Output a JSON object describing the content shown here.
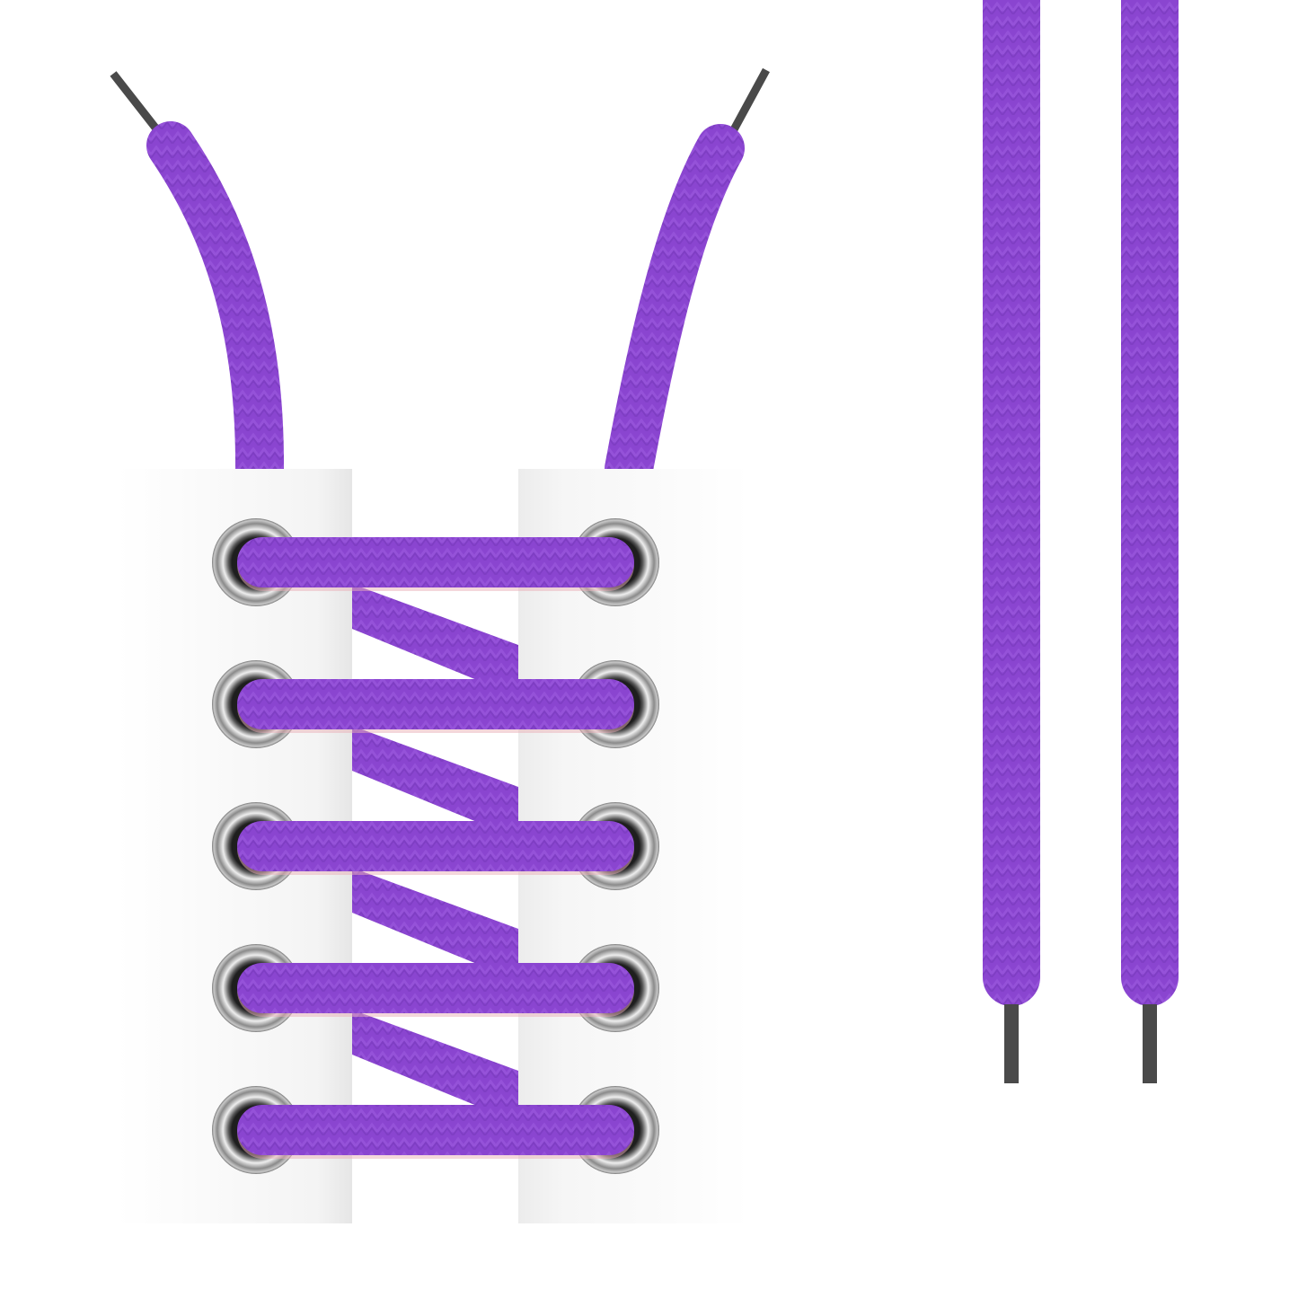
{
  "illustration": {
    "subject": "laced-shoelaces",
    "colors": {
      "lace": "#8a45d0",
      "lace_dark": "#6e34b0",
      "lace_light": "#9d5ae0",
      "aglet": "#4a4a4a",
      "flap": "#f7f7f7",
      "eyelet_ring": "#9a9a9a",
      "eyelet_hole": "#1e1e1e",
      "background": "#ffffff"
    },
    "eyelet_rows": 5,
    "loose_laces": 2
  }
}
